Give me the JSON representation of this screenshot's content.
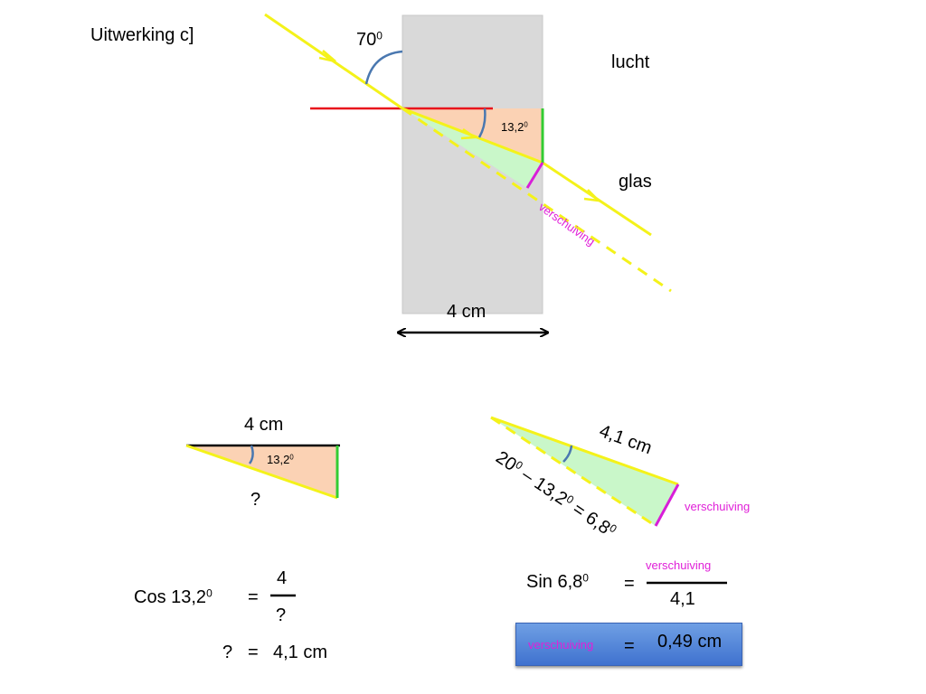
{
  "heading": "Uitwerking c]",
  "top_figure": {
    "angle_label": "70",
    "angle_sup": "0",
    "air_label": "lucht",
    "glass_label": "glas",
    "refraction_label": "13,2",
    "refraction_sup": "0",
    "shift_label": "verschuiving",
    "width_label": "4 cm"
  },
  "left_triangle": {
    "top_label": "4 cm",
    "angle_label": "13,2",
    "angle_sup": "0",
    "hyp_label": "?"
  },
  "right_triangle": {
    "hyp_label": "4,1 cm",
    "angle_expr": "20",
    "angle_expr_2": " – 13,2",
    "angle_expr_3": " = 6,8",
    "sup": "0",
    "shift_label": "verschuiving"
  },
  "cos_eq": {
    "lhs": "Cos 13,2",
    "sup": "0",
    "eq": "=",
    "numerator": "4",
    "denominator": "?"
  },
  "result_line": {
    "q": "?",
    "eq": "=",
    "value": "4,1 cm"
  },
  "sin_eq": {
    "lhs": "Sin 6,8",
    "sup": "0",
    "eq": "=",
    "numerator": "verschuiving",
    "denominator": "4,1"
  },
  "answer": {
    "label": "verschuiving",
    "eq": "=",
    "value": "0,49 cm"
  },
  "colors": {
    "ray": "#f4f21a",
    "glass": "#d9d9d9",
    "normal": "#e8141c",
    "orange_fill": "#fbd2b4",
    "green_fill": "#c9f7c9",
    "green_edge": "#33cc33",
    "shift": "#d81ed8",
    "arc": "#4a78b0"
  }
}
